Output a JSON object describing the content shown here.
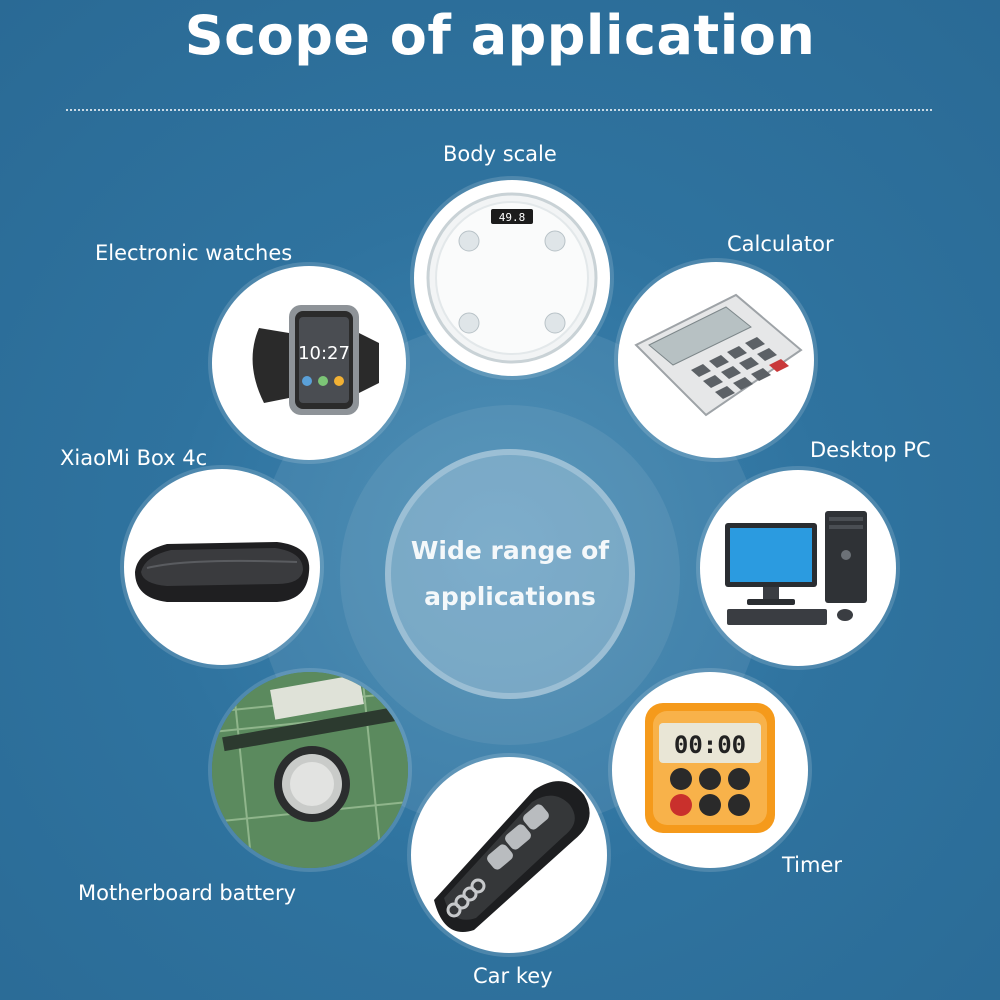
{
  "title": "Scope of application",
  "center": {
    "line1": "Wide range of",
    "line2": "applications"
  },
  "items": {
    "body_scale": {
      "label": "Body scale",
      "display": "49.8",
      "icon": "body-scale-icon"
    },
    "calculator": {
      "label": "Calculator",
      "icon": "calculator-icon"
    },
    "desktop_pc": {
      "label": "Desktop PC",
      "icon": "desktop-pc-icon"
    },
    "timer": {
      "label": "Timer",
      "display": "00:00",
      "icon": "timer-icon"
    },
    "car_key": {
      "label": "Car key",
      "icon": "car-key-icon"
    },
    "motherboard_battery": {
      "label": "Motherboard battery",
      "icon": "motherboard-battery-icon"
    },
    "xiaomi_box": {
      "label": "XiaoMi Box 4c",
      "icon": "tv-box-icon"
    },
    "electronic_watches": {
      "label": "Electronic watches",
      "display": "10:27",
      "icon": "smartwatch-icon"
    }
  },
  "colors": {
    "background": "#2f739f",
    "text": "#ffffff",
    "timer_orange": "#f59a1b",
    "pc_screen": "#2b9be0"
  }
}
